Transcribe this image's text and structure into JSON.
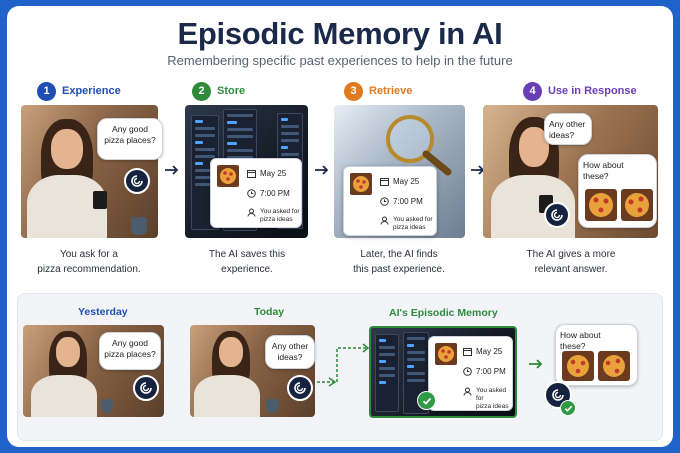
{
  "title": "Episodic Memory in AI",
  "subtitle": "Remembering specific past experiences to help in the future",
  "steps": [
    {
      "num": "1",
      "label": "Experience",
      "color": "#1f4fb3",
      "caption_1": "You ask for a",
      "caption_2": "pizza recommendation."
    },
    {
      "num": "2",
      "label": "Store",
      "color": "#2f8a3c",
      "caption_1": "The AI saves this",
      "caption_2": "experience."
    },
    {
      "num": "3",
      "label": "Retrieve",
      "color": "#e07a1f",
      "caption_1": "Later, the AI finds",
      "caption_2": "this past experience."
    },
    {
      "num": "4",
      "label": "Use in Response",
      "color": "#6a3fb5",
      "caption_1": "The AI gives a more",
      "caption_2": "relevant answer."
    }
  ],
  "bubbles": {
    "pizza_1": "Any good",
    "pizza_2": "pizza places?",
    "other_1": "Any other",
    "other_2": "ideas?",
    "howabout_1": "How about",
    "howabout_2": "these?"
  },
  "memory": {
    "date": "May 25",
    "time": "7:00 PM",
    "note_1": "You asked for",
    "note_2": "pizza ideas"
  },
  "bottom": {
    "yesterday": "Yesterday",
    "today": "Today",
    "memory_title": "AI's Episodic Memory"
  },
  "colors": {
    "frame": "#1f62c9",
    "navy": "#1b2a4a",
    "yesterday": "#1f4fb3",
    "today": "#2f8a3c",
    "memory_title": "#2f8a3c",
    "check": "#2f9a46"
  }
}
